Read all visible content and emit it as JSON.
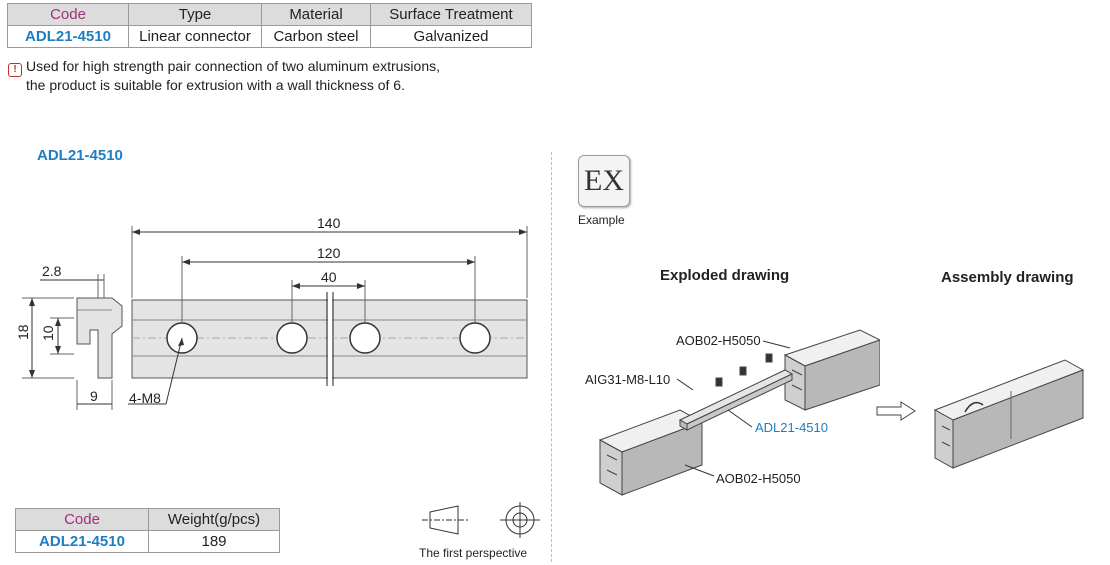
{
  "spec_table": {
    "headers": [
      "Code",
      "Type",
      "Material",
      "Surface Treatment"
    ],
    "row": [
      "ADL21-4510",
      "Linear connector",
      "Carbon steel",
      "Galvanized"
    ]
  },
  "note": {
    "line1": "Used for high strength pair connection of two aluminum extrusions,",
    "line2": "the product is suitable for extrusion with a wall thickness of 6."
  },
  "drawing": {
    "title": "ADL21-4510",
    "dims": {
      "overall": "140",
      "hole_span": "120",
      "hole_pitch": "40",
      "thickness": "2.8",
      "height": "18",
      "inner": "10",
      "depth": "9",
      "holes": "4-M8"
    }
  },
  "weight_table": {
    "headers": [
      "Code",
      "Weight(g/pcs)"
    ],
    "row": [
      "ADL21-4510",
      "189"
    ]
  },
  "perspective_label": "The first perspective",
  "example": {
    "badge": "EX",
    "label": "Example",
    "exploded_title": "Exploded drawing",
    "assembly_title": "Assembly drawing",
    "labels": {
      "profile_top": "AOB02-H5050",
      "screw": "AIG31-M8-L10",
      "connector": "ADL21-4510",
      "profile_bottom": "AOB02-H5050"
    }
  }
}
